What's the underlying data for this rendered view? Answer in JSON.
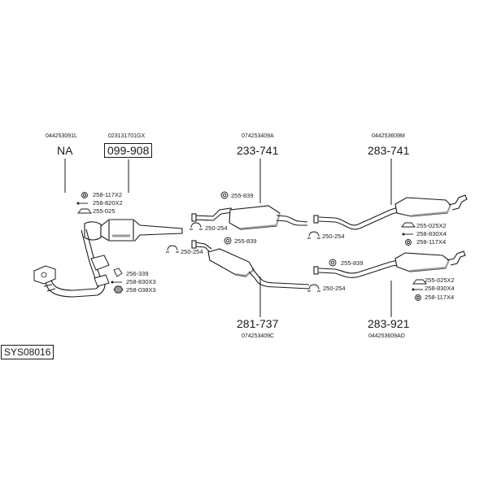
{
  "diagram_id": "SYS08016",
  "assemblies": [
    {
      "id": "a1",
      "oe_number": "044253091L",
      "part_number": "NA",
      "parts": []
    },
    {
      "id": "a2",
      "oe_number": "023131701GX",
      "part_number": "099-908",
      "parts": [
        {
          "code": "258-117X2",
          "icon": "clamp-ring-icon"
        },
        {
          "code": "258-820X2",
          "icon": "bolt-icon"
        },
        {
          "code": "255-025",
          "icon": "rubber-hanger-icon"
        },
        {
          "code": "256-339",
          "icon": "gasket-icon"
        },
        {
          "code": "258-830X3",
          "icon": "bolt-icon"
        },
        {
          "code": "258-038X3",
          "icon": "nut-icon"
        }
      ]
    },
    {
      "id": "a3",
      "oe_number": "074253409A",
      "part_number": "233-741",
      "parts": [
        {
          "code": "255-839",
          "icon": "gasket-icon"
        },
        {
          "code": "250-254",
          "icon": "pipe-clamp-icon"
        }
      ]
    },
    {
      "id": "a4",
      "oe_number": "044253609M",
      "part_number": "283-741",
      "parts": [
        {
          "code": "250-254",
          "icon": "pipe-clamp-icon"
        },
        {
          "code": "255-025X2",
          "icon": "rubber-hanger-icon"
        },
        {
          "code": "258-830X4",
          "icon": "bolt-icon"
        },
        {
          "code": "258-117X4",
          "icon": "clamp-ring-icon"
        }
      ]
    },
    {
      "id": "a5",
      "oe_number": "074253409C",
      "part_number": "281-737",
      "parts": [
        {
          "code": "255-839",
          "icon": "gasket-icon"
        },
        {
          "code": "250-254",
          "icon": "pipe-clamp-icon"
        }
      ]
    },
    {
      "id": "a6",
      "oe_number": "044253609AD",
      "part_number": "283-921",
      "parts": [
        {
          "code": "255-839",
          "icon": "gasket-icon"
        },
        {
          "code": "250-254",
          "icon": "pipe-clamp-icon"
        },
        {
          "code": "255-025X2",
          "icon": "rubber-hanger-icon"
        },
        {
          "code": "258-830X4",
          "icon": "bolt-icon"
        },
        {
          "code": "258-117X4",
          "icon": "clamp-ring-icon"
        }
      ]
    }
  ],
  "colors": {
    "line": "#1a1a1a",
    "part_fill": "#ffffff",
    "shade": "#9a9a9a"
  }
}
